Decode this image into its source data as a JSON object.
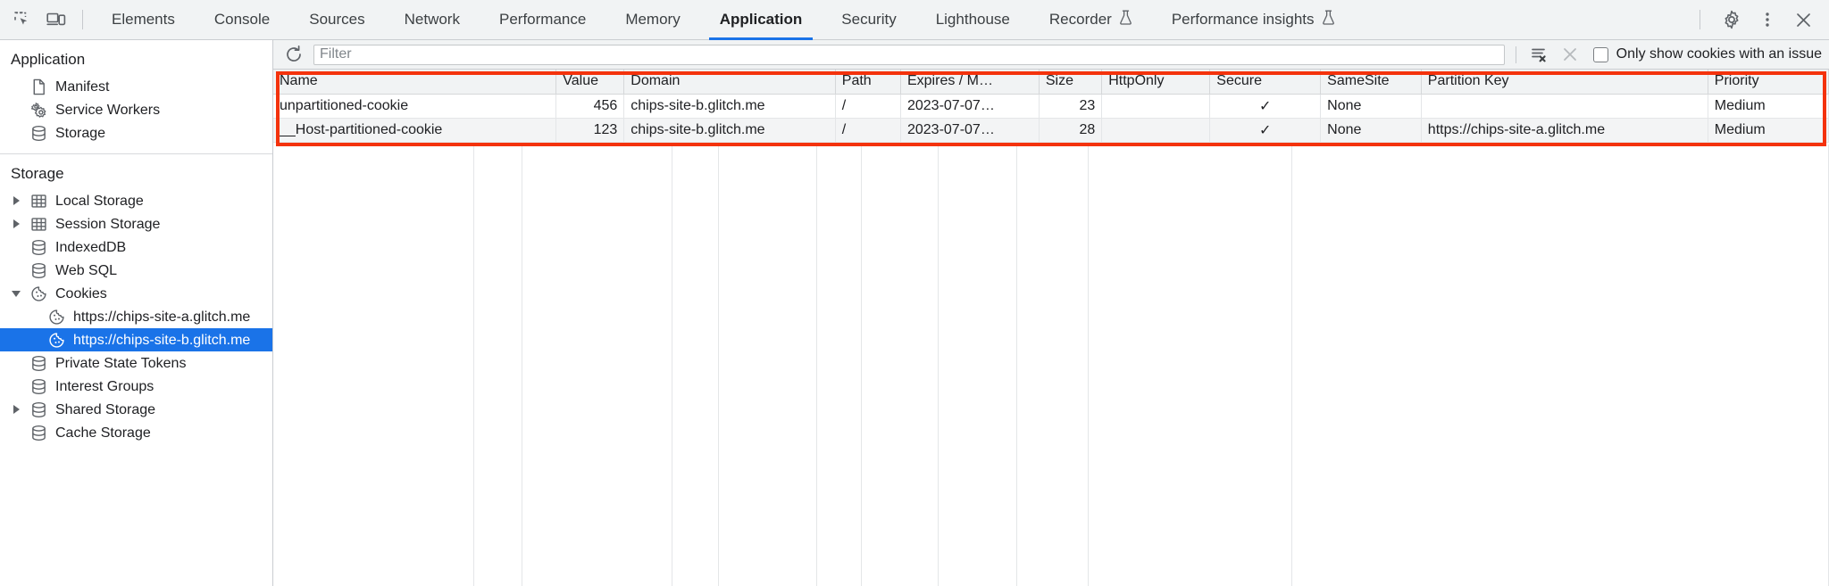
{
  "topbar": {
    "inspect_icon": "inspect-element-icon",
    "device_icon": "device-toolbar-icon",
    "tabs": [
      {
        "label": "Elements",
        "active": false,
        "experiment": false
      },
      {
        "label": "Console",
        "active": false,
        "experiment": false
      },
      {
        "label": "Sources",
        "active": false,
        "experiment": false
      },
      {
        "label": "Network",
        "active": false,
        "experiment": false
      },
      {
        "label": "Performance",
        "active": false,
        "experiment": false
      },
      {
        "label": "Memory",
        "active": false,
        "experiment": false
      },
      {
        "label": "Application",
        "active": true,
        "experiment": false
      },
      {
        "label": "Security",
        "active": false,
        "experiment": false
      },
      {
        "label": "Lighthouse",
        "active": false,
        "experiment": false
      },
      {
        "label": "Recorder",
        "active": false,
        "experiment": true
      },
      {
        "label": "Performance insights",
        "active": false,
        "experiment": true
      }
    ],
    "settings_icon": "gear-icon",
    "more_icon": "more-options-icon",
    "close_icon": "close-icon",
    "active_tab_color": "#1a73e8"
  },
  "sidebar": {
    "application": {
      "title": "Application",
      "items": [
        {
          "label": "Manifest",
          "icon": "document-icon"
        },
        {
          "label": "Service Workers",
          "icon": "gears-icon"
        },
        {
          "label": "Storage",
          "icon": "database-icon"
        }
      ]
    },
    "storage": {
      "title": "Storage",
      "items": [
        {
          "label": "Local Storage",
          "icon": "table-icon",
          "twisty": "closed",
          "depth": 1,
          "selected": false
        },
        {
          "label": "Session Storage",
          "icon": "table-icon",
          "twisty": "closed",
          "depth": 1,
          "selected": false
        },
        {
          "label": "IndexedDB",
          "icon": "database-icon",
          "twisty": "none",
          "depth": 1,
          "selected": false
        },
        {
          "label": "Web SQL",
          "icon": "database-icon",
          "twisty": "none",
          "depth": 1,
          "selected": false
        },
        {
          "label": "Cookies",
          "icon": "cookie-icon",
          "twisty": "open",
          "depth": 1,
          "selected": false
        },
        {
          "label": "https://chips-site-a.glitch.me",
          "icon": "cookie-icon",
          "twisty": "none",
          "depth": 2,
          "selected": false
        },
        {
          "label": "https://chips-site-b.glitch.me",
          "icon": "cookie-icon",
          "twisty": "none",
          "depth": 2,
          "selected": true
        },
        {
          "label": "Private State Tokens",
          "icon": "database-icon",
          "twisty": "none",
          "depth": 1,
          "selected": false
        },
        {
          "label": "Interest Groups",
          "icon": "database-icon",
          "twisty": "none",
          "depth": 1,
          "selected": false
        },
        {
          "label": "Shared Storage",
          "icon": "database-icon",
          "twisty": "closed",
          "depth": 1,
          "selected": false
        },
        {
          "label": "Cache Storage",
          "icon": "database-icon",
          "twisty": "none",
          "depth": 1,
          "selected": false
        }
      ],
      "selected_color": "#1a73e8"
    }
  },
  "filterbar": {
    "refresh_icon": "refresh-icon",
    "filter_placeholder": "Filter",
    "filter_value": "",
    "clear_all_icon": "clear-all-cookies-icon",
    "clear_filtered_icon": "clear-filtered-cookies-icon",
    "checkbox_label": "Only show cookies with an issue",
    "checkbox_checked": false
  },
  "table": {
    "highlight_color": "#f4320c",
    "columns": [
      "Name",
      "Value",
      "Domain",
      "Path",
      "Expires / M…",
      "Size",
      "HttpOnly",
      "Secure",
      "SameSite",
      "Partition Key",
      "Priority"
    ],
    "rows": [
      {
        "Name": "unpartitioned-cookie",
        "Value": "456",
        "Domain": "chips-site-b.glitch.me",
        "Path": "/",
        "Expires / M…": "2023-07-07…",
        "Size": "23",
        "HttpOnly": "",
        "Secure": "✓",
        "SameSite": "None",
        "Partition Key": "",
        "Priority": "Medium"
      },
      {
        "Name": "__Host-partitioned-cookie",
        "Value": "123",
        "Domain": "chips-site-b.glitch.me",
        "Path": "/",
        "Expires / M…": "2023-07-07…",
        "Size": "28",
        "HttpOnly": "",
        "Secure": "✓",
        "SameSite": "None",
        "Partition Key": "https://chips-site-a.glitch.me",
        "Priority": "Medium"
      }
    ]
  }
}
